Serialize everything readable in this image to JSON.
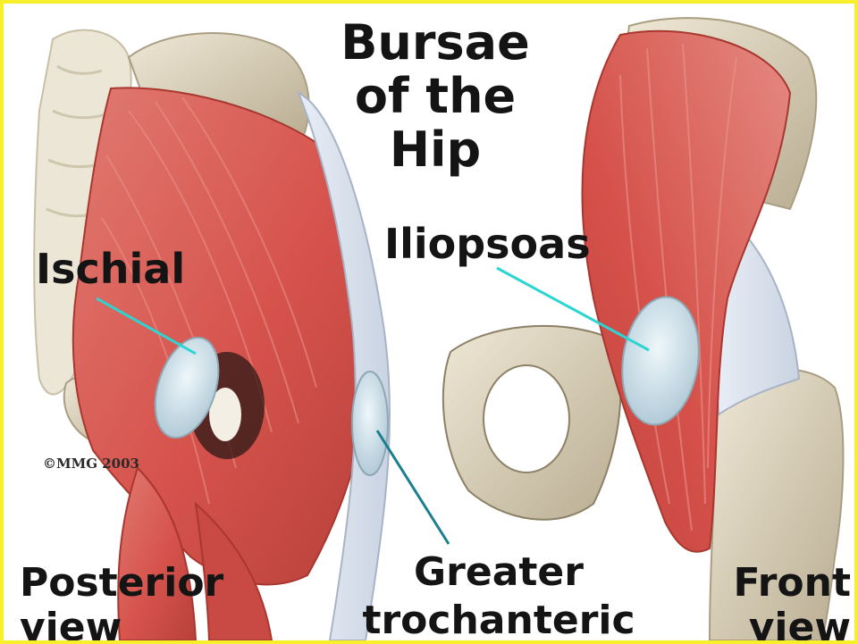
{
  "title": {
    "line1": "Bursae",
    "line2": "of the",
    "line3": "Hip"
  },
  "labels": {
    "ischial": "Ischial",
    "iliopsoas": "Iliopsoas",
    "greater_line1": "Greater",
    "greater_line2": "trochanteric"
  },
  "views": {
    "posterior_line1": "Posterior",
    "posterior_line2": "view",
    "front_line1": "Front",
    "front_line2": "view"
  },
  "copyright": "©MMG 2003",
  "colors": {
    "border": "#f6ef2a",
    "muscle": "#d9534f",
    "bone": "#ddd3bd",
    "bursa": "#cfe4ef",
    "leader_line": "#2bd5d2",
    "text": "#141414"
  }
}
